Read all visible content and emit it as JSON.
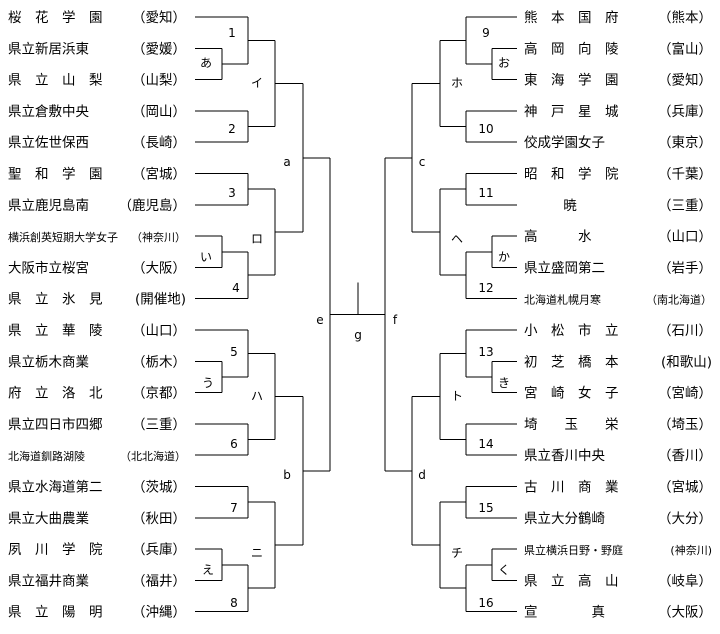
{
  "left_teams": [
    {
      "school": "桜　花　学　園",
      "pref": "（愛知）",
      "small": false
    },
    {
      "school": "県立新居浜東",
      "pref": "（愛媛）",
      "small": false
    },
    {
      "school": "県　立　山　梨",
      "pref": "（山梨）",
      "small": false
    },
    {
      "school": "県立倉敷中央",
      "pref": "（岡山）",
      "small": false
    },
    {
      "school": "県立佐世保西",
      "pref": "（長崎）",
      "small": false
    },
    {
      "school": "聖　和　学　園",
      "pref": "（宮城）",
      "small": false
    },
    {
      "school": "県立鹿児島南",
      "pref": "（鹿児島）",
      "small": false
    },
    {
      "school": "横浜創英短期大学女子",
      "pref": "（神奈川）",
      "small": true
    },
    {
      "school": "大阪市立桜宮",
      "pref": "（大阪）",
      "small": false
    },
    {
      "school": "県　立　氷　見",
      "pref": "(開催地)",
      "small": false
    },
    {
      "school": "県　立　華　陵",
      "pref": "（山口）",
      "small": false
    },
    {
      "school": "県立栃木商業",
      "pref": "（栃木）",
      "small": false
    },
    {
      "school": "府　立　洛　北",
      "pref": "（京都）",
      "small": false
    },
    {
      "school": "県立四日市四郷",
      "pref": "（三重）",
      "small": false
    },
    {
      "school": "北海道釧路湖陵",
      "pref": "（北北海道）",
      "small": true
    },
    {
      "school": "県立水海道第二",
      "pref": "（茨城）",
      "small": false
    },
    {
      "school": "県立大曲農業",
      "pref": "（秋田）",
      "small": false
    },
    {
      "school": "夙　川　学　院",
      "pref": "（兵庫）",
      "small": false
    },
    {
      "school": "県立福井商業",
      "pref": "（福井）",
      "small": false
    },
    {
      "school": "県　立　陽　明",
      "pref": "（沖縄）",
      "small": false
    }
  ],
  "right_teams": [
    {
      "school": "熊　本　国　府",
      "pref": "（熊本）",
      "small": false
    },
    {
      "school": "高　岡　向　陵",
      "pref": "（富山）",
      "small": false
    },
    {
      "school": "東　海　学　園",
      "pref": "（愛知）",
      "small": false
    },
    {
      "school": "神　戸　星　城",
      "pref": "（兵庫）",
      "small": false
    },
    {
      "school": "佼成学園女子",
      "pref": "（東京）",
      "small": false
    },
    {
      "school": "昭　和　学　院",
      "pref": "（千葉）",
      "small": false
    },
    {
      "school": "暁",
      "pref": "（三重）",
      "small": false
    },
    {
      "school": "高　　　水",
      "pref": "（山口）",
      "small": false
    },
    {
      "school": "県立盛岡第二",
      "pref": "（岩手）",
      "small": false
    },
    {
      "school": "北海道札幌月寒",
      "pref": "（南北海道）",
      "small": true
    },
    {
      "school": "小　松　市　立",
      "pref": "（石川）",
      "small": false
    },
    {
      "school": "初　芝　橋　本",
      "pref": "(和歌山)",
      "small": false
    },
    {
      "school": "宮　崎　女　子",
      "pref": "（宮崎）",
      "small": false
    },
    {
      "school": "埼　　玉　　栄",
      "pref": "（埼玉）",
      "small": false
    },
    {
      "school": "県立香川中央",
      "pref": "（香川）",
      "small": false
    },
    {
      "school": "古　川　商　業",
      "pref": "（宮城）",
      "small": false
    },
    {
      "school": "県立大分鶴崎",
      "pref": "（大分）",
      "small": false
    },
    {
      "school": "県立横浜日野・野庭",
      "pref": "(神奈川)",
      "small": true
    },
    {
      "school": "県　立　高　山",
      "pref": "（岐阜）",
      "small": false
    },
    {
      "school": "宣　　　　真",
      "pref": "（大阪）",
      "small": false
    }
  ],
  "match_labels": {
    "m1": "1",
    "m2": "2",
    "m3": "3",
    "m4": "4",
    "m5": "5",
    "m6": "6",
    "m7": "7",
    "m8": "8",
    "m9": "9",
    "m10": "10",
    "m11": "11",
    "m12": "12",
    "m13": "13",
    "m14": "14",
    "m15": "15",
    "m16": "16",
    "a_kana": "あ",
    "i_kana": "い",
    "u_kana": "う",
    "e_kana": "え",
    "o_kana": "お",
    "ka_kana": "か",
    "ki_kana": "き",
    "ku_kana": "く",
    "i_kata": "イ",
    "ro_kata": "ロ",
    "ha_kata": "ハ",
    "ni_kata": "ニ",
    "ho_kata": "ホ",
    "he_kata": "ヘ",
    "to_kata": "ト",
    "chi_kata": "チ",
    "a": "a",
    "b": "b",
    "c": "c",
    "d": "d",
    "e": "e",
    "f": "f",
    "g": "g"
  }
}
